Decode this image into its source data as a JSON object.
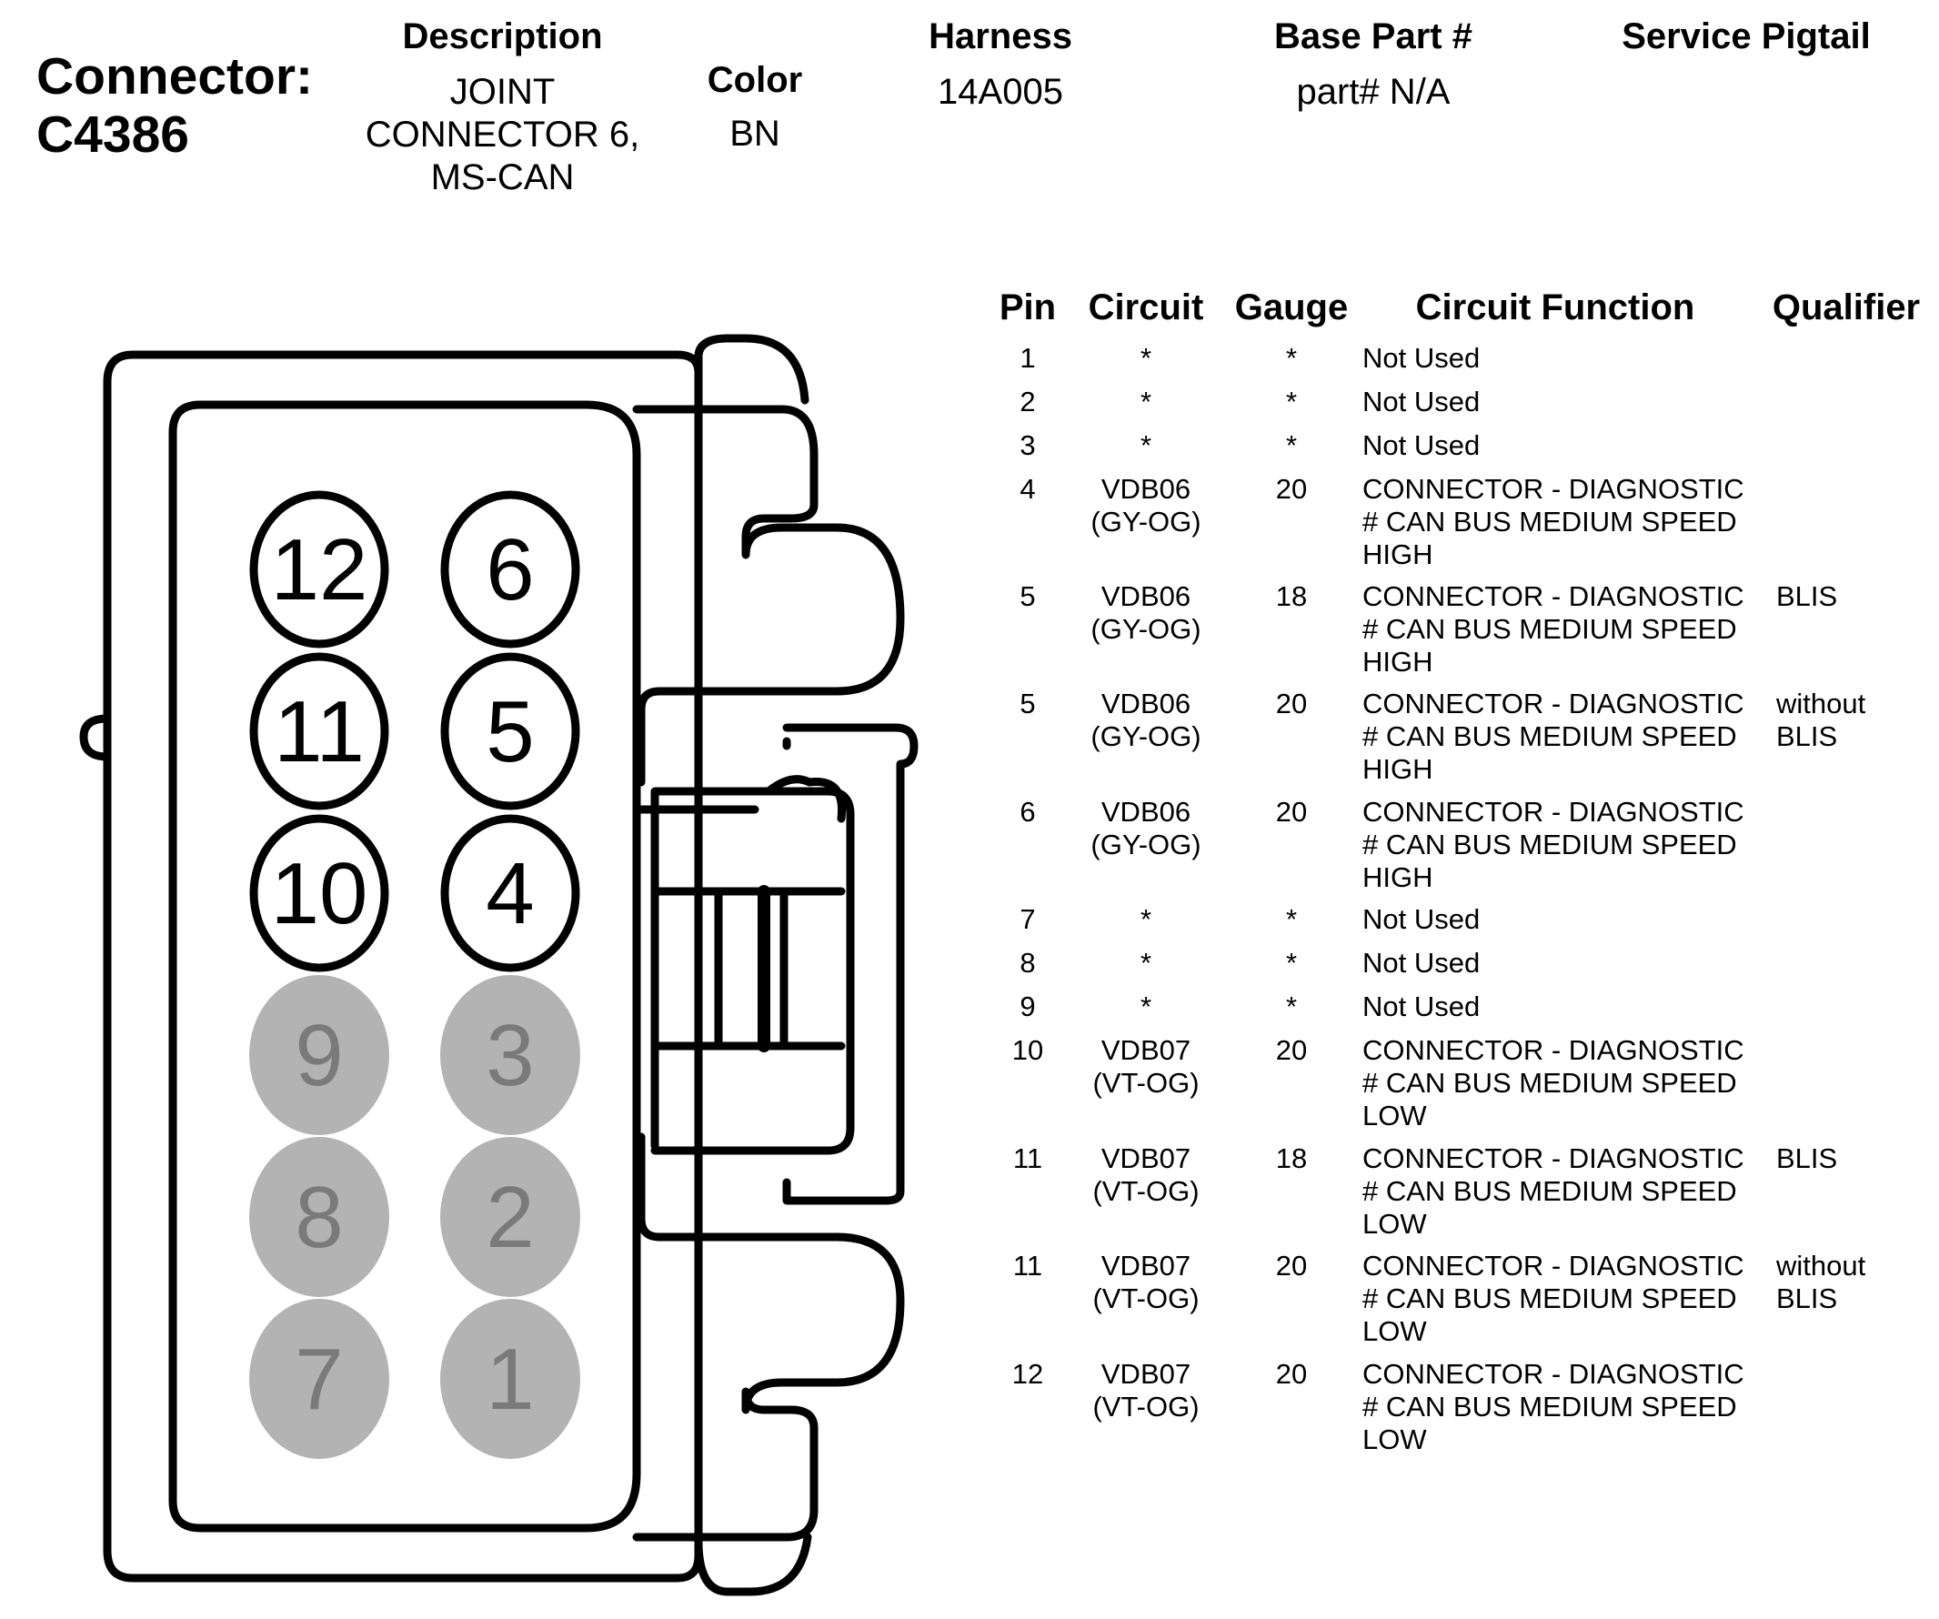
{
  "header": {
    "connector_label": "Connector:",
    "connector_id": "C4386",
    "description_label": "Description",
    "description_lines": [
      "JOINT",
      "CONNECTOR 6,",
      "MS-CAN"
    ],
    "color_label": "Color",
    "color_value": "BN",
    "harness_label": "Harness",
    "harness_value": "14A005",
    "base_part_label": "Base Part #",
    "base_part_value": "part# N/A",
    "service_pigtail_label": "Service Pigtail"
  },
  "table": {
    "headers": {
      "pin": "Pin",
      "circuit": "Circuit",
      "gauge": "Gauge",
      "function": "Circuit Function",
      "qualifier": "Qualifier"
    },
    "rows": [
      {
        "pin": "1",
        "circuit": "*",
        "gauge": "*",
        "function": "Not Used",
        "qualifier": ""
      },
      {
        "pin": "2",
        "circuit": "*",
        "gauge": "*",
        "function": "Not Used",
        "qualifier": ""
      },
      {
        "pin": "3",
        "circuit": "*",
        "gauge": "*",
        "function": "Not Used",
        "qualifier": ""
      },
      {
        "pin": "4",
        "circuit": "VDB06\n(GY-OG)",
        "gauge": "20",
        "function": "CONNECTOR - DIAGNOSTIC\n# CAN BUS MEDIUM SPEED\nHIGH",
        "qualifier": ""
      },
      {
        "pin": "5",
        "circuit": "VDB06\n(GY-OG)",
        "gauge": "18",
        "function": "CONNECTOR - DIAGNOSTIC\n# CAN BUS MEDIUM SPEED\nHIGH",
        "qualifier": "BLIS"
      },
      {
        "pin": "5",
        "circuit": "VDB06\n(GY-OG)",
        "gauge": "20",
        "function": "CONNECTOR - DIAGNOSTIC\n# CAN BUS MEDIUM SPEED\nHIGH",
        "qualifier": "without\nBLIS"
      },
      {
        "pin": "6",
        "circuit": "VDB06\n(GY-OG)",
        "gauge": "20",
        "function": "CONNECTOR - DIAGNOSTIC\n# CAN BUS MEDIUM SPEED\nHIGH",
        "qualifier": ""
      },
      {
        "pin": "7",
        "circuit": "*",
        "gauge": "*",
        "function": "Not Used",
        "qualifier": ""
      },
      {
        "pin": "8",
        "circuit": "*",
        "gauge": "*",
        "function": "Not Used",
        "qualifier": ""
      },
      {
        "pin": "9",
        "circuit": "*",
        "gauge": "*",
        "function": "Not Used",
        "qualifier": ""
      },
      {
        "pin": "10",
        "circuit": "VDB07\n(VT-OG)",
        "gauge": "20",
        "function": "CONNECTOR - DIAGNOSTIC\n# CAN BUS MEDIUM SPEED\nLOW",
        "qualifier": ""
      },
      {
        "pin": "11",
        "circuit": "VDB07\n(VT-OG)",
        "gauge": "18",
        "function": "CONNECTOR - DIAGNOSTIC\n# CAN BUS MEDIUM SPEED\nLOW",
        "qualifier": "BLIS"
      },
      {
        "pin": "11",
        "circuit": "VDB07\n(VT-OG)",
        "gauge": "20",
        "function": "CONNECTOR - DIAGNOSTIC\n# CAN BUS MEDIUM SPEED\nLOW",
        "qualifier": "without\nBLIS"
      },
      {
        "pin": "12",
        "circuit": "VDB07\n(VT-OG)",
        "gauge": "20",
        "function": "CONNECTOR - DIAGNOSTIC\n# CAN BUS MEDIUM SPEED\nLOW",
        "qualifier": ""
      }
    ]
  },
  "connector_face": {
    "pins": [
      {
        "number": "12",
        "state": "used"
      },
      {
        "number": "6",
        "state": "used"
      },
      {
        "number": "11",
        "state": "used"
      },
      {
        "number": "5",
        "state": "used"
      },
      {
        "number": "10",
        "state": "used"
      },
      {
        "number": "4",
        "state": "used"
      },
      {
        "number": "9",
        "state": "unused"
      },
      {
        "number": "3",
        "state": "unused"
      },
      {
        "number": "8",
        "state": "unused"
      },
      {
        "number": "2",
        "state": "unused"
      },
      {
        "number": "7",
        "state": "unused"
      },
      {
        "number": "1",
        "state": "unused"
      }
    ],
    "colors": {
      "used_fill": "#ffffff",
      "used_stroke": "#000000",
      "used_text": "#000000",
      "unused_fill": "#b3b3b3",
      "unused_text": "#7a7a7a",
      "outline": "#000000"
    }
  }
}
